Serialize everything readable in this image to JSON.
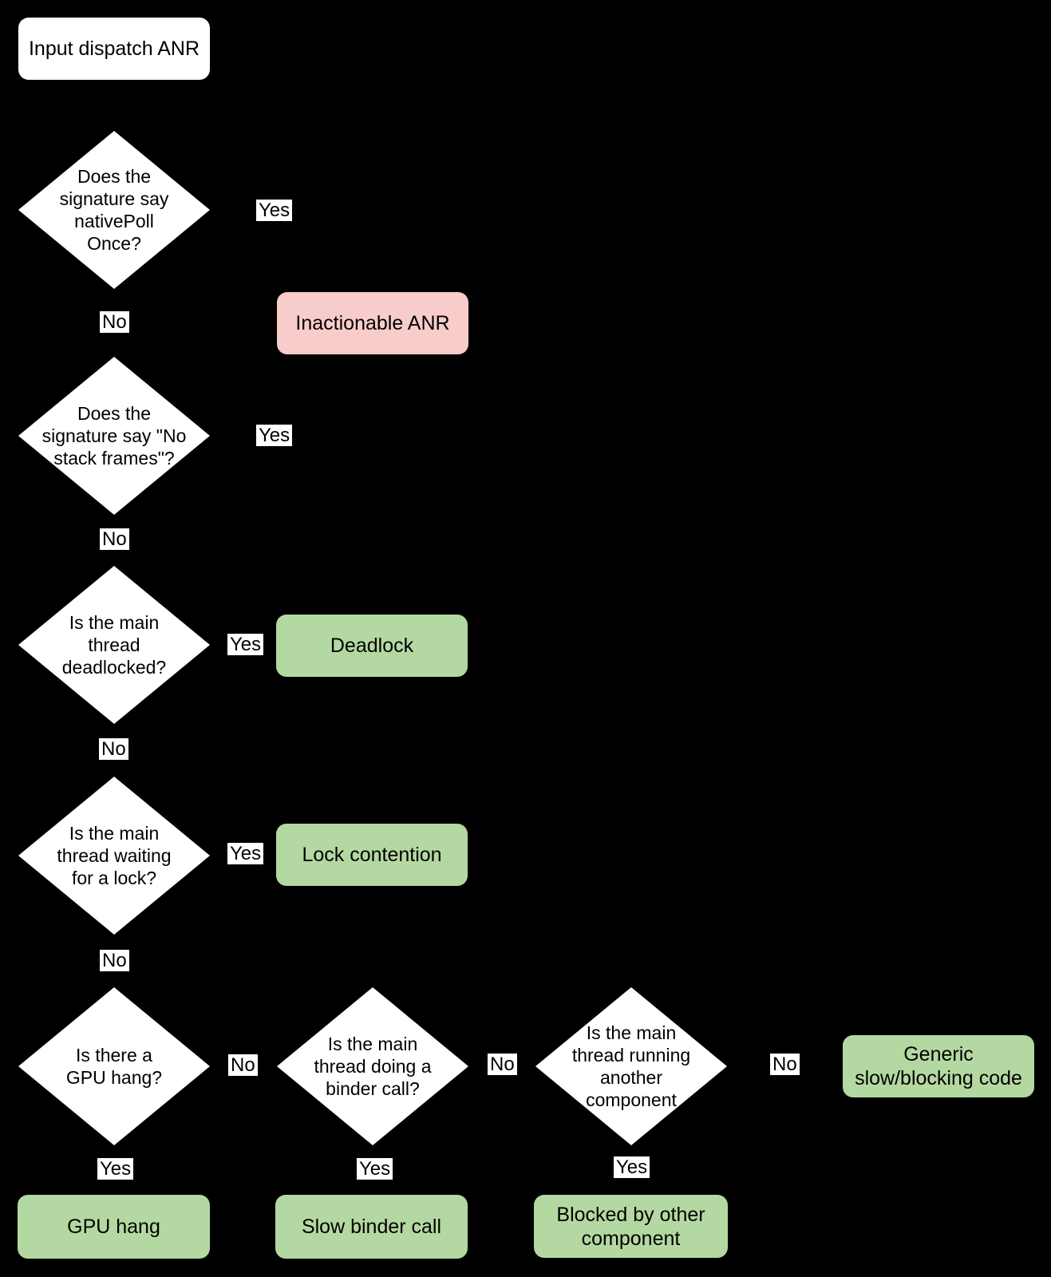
{
  "colors": {
    "background": "#000000",
    "decision_fill": "#ffffff",
    "start_fill": "#ffffff",
    "inactionable_fill": "#f8cccb",
    "outcome_fill": "#b4d8a1",
    "text": "#000000",
    "edge_label_background": "#ffffff"
  },
  "labels": {
    "yes": "Yes",
    "no": "No"
  },
  "nodes": {
    "start": {
      "label": "Input dispatch ANR"
    },
    "q_nativepoll": {
      "label": "Does the\nsignature say\nnativePoll\nOnce?"
    },
    "q_nostack": {
      "label": "Does the\nsignature say \"No\nstack frames\"?"
    },
    "q_deadlock": {
      "label": "Is the main\nthread\ndeadlocked?"
    },
    "q_lock": {
      "label": "Is the main\nthread waiting\nfor a lock?"
    },
    "q_gpu": {
      "label": "Is there a\nGPU hang?"
    },
    "q_binder": {
      "label": "Is the main\nthread doing a\nbinder call?"
    },
    "q_component": {
      "label": "Is the main\nthread running\nanother\ncomponent"
    },
    "r_inactionable": {
      "label": "Inactionable ANR"
    },
    "r_deadlock": {
      "label": "Deadlock"
    },
    "r_lock_contention": {
      "label": "Lock contention"
    },
    "r_generic": {
      "label": "Generic\nslow/blocking code"
    },
    "r_gpu_hang": {
      "label": "GPU hang"
    },
    "r_slow_binder": {
      "label": "Slow binder call"
    },
    "r_blocked": {
      "label": "Blocked by other\ncomponent"
    }
  }
}
